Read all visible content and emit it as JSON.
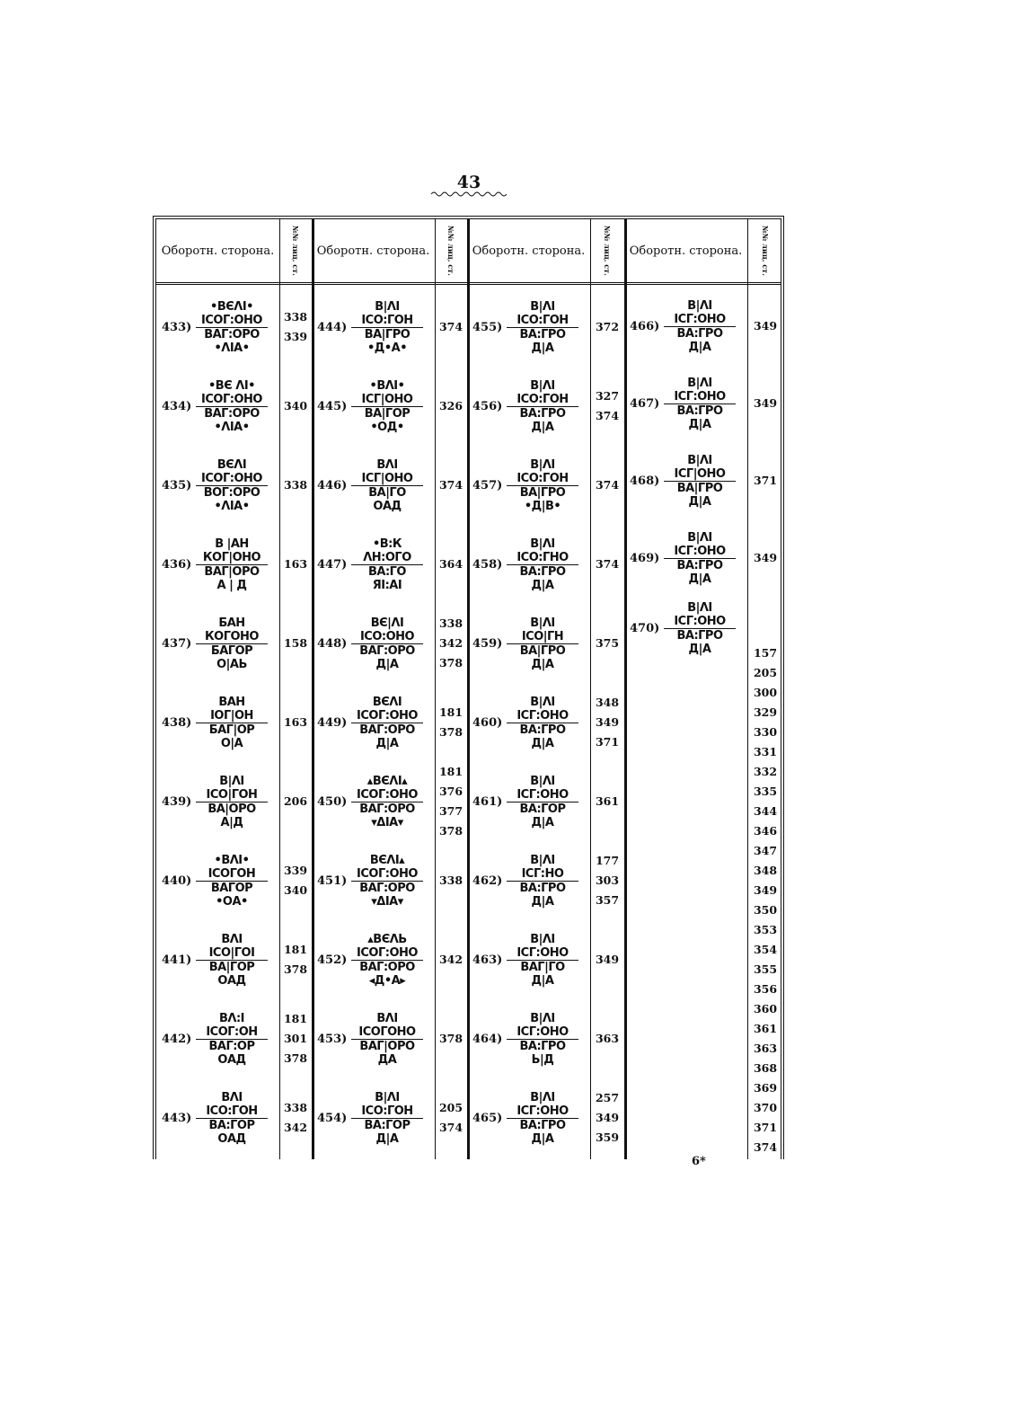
{
  "page_number": "43",
  "footer_mark": "6*",
  "header": {
    "label": "Оборотн. сторона.",
    "num_label": "№№ лиц. ст."
  },
  "columns": [
    {
      "entries": [
        {
          "no": "433)",
          "legend": [
            "•ВЄΛI•",
            "ІСОГ:ОНО",
            "ВАГ:ОРО",
            "•ΛΙΑ•"
          ],
          "refs": [
            "338",
            "339"
          ]
        },
        {
          "no": "434)",
          "legend": [
            "•ВЄ ΛΙ•",
            "ІСОГ:ОНО",
            "ВАГ:ОРО",
            "•ΛΙΑ•"
          ],
          "refs": [
            "340"
          ]
        },
        {
          "no": "435)",
          "legend": [
            "ВЄΛΙ",
            "ІСОГ:ОНО",
            "ВОГ:ОРО",
            "•ΛΙΑ•"
          ],
          "refs": [
            "338"
          ]
        },
        {
          "no": "436)",
          "legend": [
            "В |АН",
            "КОГ|ОНО",
            "ВАГ|ОРО",
            "А | Д"
          ],
          "refs": [
            "163"
          ]
        },
        {
          "no": "437)",
          "legend": [
            "БАН",
            "КОГОНО",
            "БАГОР",
            "О|АЬ"
          ],
          "refs": [
            "158"
          ]
        },
        {
          "no": "438)",
          "legend": [
            "ВАН",
            "ІОГ|ОН",
            "БАГ|ОР",
            "О|А"
          ],
          "refs": [
            "163"
          ]
        },
        {
          "no": "439)",
          "legend": [
            "В|ΛΙ",
            "ІСО|ГОН",
            "ВА|ОРО",
            "А|Д"
          ],
          "refs": [
            "206"
          ]
        },
        {
          "no": "440)",
          "legend": [
            "•ВΛΙ•",
            "ІСОГОН",
            "ВАГОР",
            "•ОА•"
          ],
          "refs": [
            "339",
            "340"
          ]
        },
        {
          "no": "441)",
          "legend": [
            "ВΛΙ",
            "ІСО|ГОІ",
            "ВА|ГОР",
            "ОАД"
          ],
          "refs": [
            "181",
            "378"
          ]
        },
        {
          "no": "442)",
          "legend": [
            "ВΛ:І",
            "ІСОГ:ОН",
            "ВАГ:ОР",
            "ОАД"
          ],
          "refs": [
            "181",
            "301",
            "378"
          ]
        },
        {
          "no": "443)",
          "legend": [
            "ВΛΙ",
            "ІСО:ГОН",
            "ВА:ГОР",
            "ОАД"
          ],
          "refs": [
            "338",
            "342"
          ]
        }
      ]
    },
    {
      "entries": [
        {
          "no": "444)",
          "legend": [
            "В|ΛΙ",
            "ІСО:ГОН",
            "ВА|ГРО",
            "•Д•А•"
          ],
          "refs": [
            "374"
          ]
        },
        {
          "no": "445)",
          "legend": [
            "•ВΛΙ•",
            "ІСГ|ОНО",
            "ВА|ГОР",
            "•ОД•"
          ],
          "refs": [
            "326"
          ]
        },
        {
          "no": "446)",
          "legend": [
            "ВΛΙ",
            "ІСГ|ОНО",
            "ВА|ГО",
            "ОАД"
          ],
          "refs": [
            "374"
          ]
        },
        {
          "no": "447)",
          "legend": [
            "•В:К",
            "ΛН:ОГО",
            "ВА:ГО",
            "ЯІ:АІ"
          ],
          "refs": [
            "364"
          ]
        },
        {
          "no": "448)",
          "legend": [
            "ВЄ|ΛΙ",
            "ІСО:ОНО",
            "ВАГ:ОРО",
            "Д|А"
          ],
          "refs": [
            "338",
            "342",
            "378"
          ]
        },
        {
          "no": "449)",
          "legend": [
            "ВЄΛΙ",
            "ІСОГ:ОНО",
            "ВАГ:ОРО",
            "Д|А"
          ],
          "refs": [
            "181",
            "378"
          ]
        },
        {
          "no": "450)",
          "legend": [
            "▴ВЄΛΙ▴",
            "ІСОГ:ОНО",
            "ВАГ:ОРО",
            "▾ΔΙΑ▾"
          ],
          "refs": [
            "181",
            "376",
            "377",
            "378"
          ]
        },
        {
          "no": "451)",
          "legend": [
            "ВЄΛΙ▴",
            "ІСОГ:ОНО",
            "ВАГ:ОРО",
            "▾ΔΙΑ▾"
          ],
          "refs": [
            "338"
          ]
        },
        {
          "no": "452)",
          "legend": [
            "▴ВЄΛЬ",
            "ІСОГ:ОНО",
            "ВАГ:ОРО",
            "◂Д•А▸"
          ],
          "refs": [
            "342"
          ]
        },
        {
          "no": "453)",
          "legend": [
            "ВΛΙ",
            "ІСОГОНО",
            "ВАГ|ОРО",
            "ДА"
          ],
          "refs": [
            "378"
          ]
        },
        {
          "no": "454)",
          "legend": [
            "В|ΛΙ",
            "ІСО:ГОН",
            "ВА:ГОР",
            "Д|А"
          ],
          "refs": [
            "205",
            "374"
          ]
        }
      ]
    },
    {
      "entries": [
        {
          "no": "455)",
          "legend": [
            "В|ΛΙ",
            "ІСО:ГОН",
            "ВА:ГРО",
            "Д|А"
          ],
          "refs": [
            "372"
          ]
        },
        {
          "no": "456)",
          "legend": [
            "В|ΛΙ",
            "ІСО:ГОН",
            "ВА:ГРО",
            "Д|А"
          ],
          "refs": [
            "327",
            "374"
          ]
        },
        {
          "no": "457)",
          "legend": [
            "В|ΛΙ",
            "ІСО:ГОН",
            "ВА|ГРО",
            "•Д|В•"
          ],
          "refs": [
            "374"
          ]
        },
        {
          "no": "458)",
          "legend": [
            "В|ΛΙ",
            "ІСО:ГНО",
            "ВА:ГРО",
            "Д|А"
          ],
          "refs": [
            "374"
          ]
        },
        {
          "no": "459)",
          "legend": [
            "В|ΛΙ",
            "ІСО|ГН",
            "ВА|ГРО",
            "Д|А"
          ],
          "refs": [
            "375"
          ]
        },
        {
          "no": "460)",
          "legend": [
            "В|ΛΙ",
            "ІСГ:ОНО",
            "ВА:ГРО",
            "Д|А"
          ],
          "refs": [
            "348",
            "349",
            "371"
          ]
        },
        {
          "no": "461)",
          "legend": [
            "В|ΛΙ",
            "ІСГ:ОНО",
            "ВА:ГОР",
            "Д|А"
          ],
          "refs": [
            "361"
          ]
        },
        {
          "no": "462)",
          "legend": [
            "В|ΛΙ",
            "ІСГ:НО",
            "ВА:ГРО",
            "Д|А"
          ],
          "refs": [
            "177",
            "303",
            "357"
          ]
        },
        {
          "no": "463)",
          "legend": [
            "В|ΛΙ",
            "ІСГ:ОНО",
            "ВАГ|ГО",
            "Д|А"
          ],
          "refs": [
            "349"
          ]
        },
        {
          "no": "464)",
          "legend": [
            "В|ΛΙ",
            "ІСГ:ОНО",
            "ВА:ГРО",
            "Ь|Д"
          ],
          "refs": [
            "363"
          ]
        },
        {
          "no": "465)",
          "legend": [
            "В|ΛΙ",
            "ІСГ:ОНО",
            "ВА:ГРО",
            "Д|А"
          ],
          "refs": [
            "257",
            "349",
            "359"
          ]
        }
      ]
    },
    {
      "entries": [
        {
          "no": "466)",
          "legend": [
            "В|ΛΙ",
            "ІСГ:ОНО",
            "ВА:ГРО",
            "Д|А"
          ],
          "refs": [
            "349"
          ]
        },
        {
          "no": "467)",
          "legend": [
            "В|ΛΙ",
            "ІСГ:ОНО",
            "ВА:ГРО",
            "Д|А"
          ],
          "refs": [
            "349"
          ]
        },
        {
          "no": "468)",
          "legend": [
            "В|ΛΙ",
            "ІСГ|ОНО",
            "ВА|ГРО",
            "Д|А"
          ],
          "refs": [
            "371"
          ]
        },
        {
          "no": "469)",
          "legend": [
            "В|ΛΙ",
            "ІСГ:ОНО",
            "ВА:ГРО",
            "Д|А"
          ],
          "refs": [
            "349"
          ]
        },
        {
          "no": "470)",
          "legend": [
            "В|ΛΙ",
            "ІСГ:ОНО",
            "ВА:ГРО",
            "Д|А"
          ],
          "refs": [
            "157",
            "205",
            "300",
            "329",
            "330",
            "331",
            "332",
            "335",
            "344",
            "346",
            "347",
            "348",
            "349",
            "350",
            "353",
            "354",
            "355",
            "356",
            "360",
            "361",
            "363",
            "368",
            "369",
            "370",
            "371",
            "374"
          ]
        }
      ]
    }
  ]
}
